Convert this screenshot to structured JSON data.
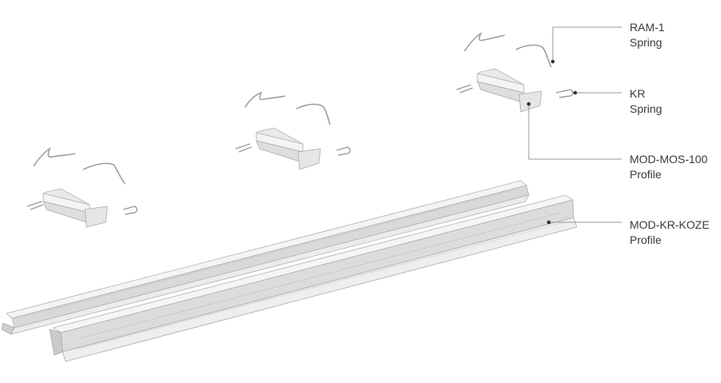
{
  "callouts": [
    {
      "id": "ram-1",
      "name": "RAM-1",
      "type": "Spring"
    },
    {
      "id": "kr",
      "name": "KR",
      "type": "Spring"
    },
    {
      "id": "mod-mos-100",
      "name": "MOD-MOS-100",
      "type": "Profile"
    },
    {
      "id": "mod-kr-koze",
      "name": "MOD-KR-KOZE",
      "type": "Profile"
    }
  ],
  "colors": {
    "background": "#ffffff",
    "label_text": "#3a3a3a",
    "leader_line": "#9a9a9a",
    "leader_dot": "#333333",
    "part_light": "#f2f2f2",
    "part_mid": "#dcdcdc",
    "part_dark": "#bdbdbd",
    "part_edge": "#a8a8a8"
  }
}
